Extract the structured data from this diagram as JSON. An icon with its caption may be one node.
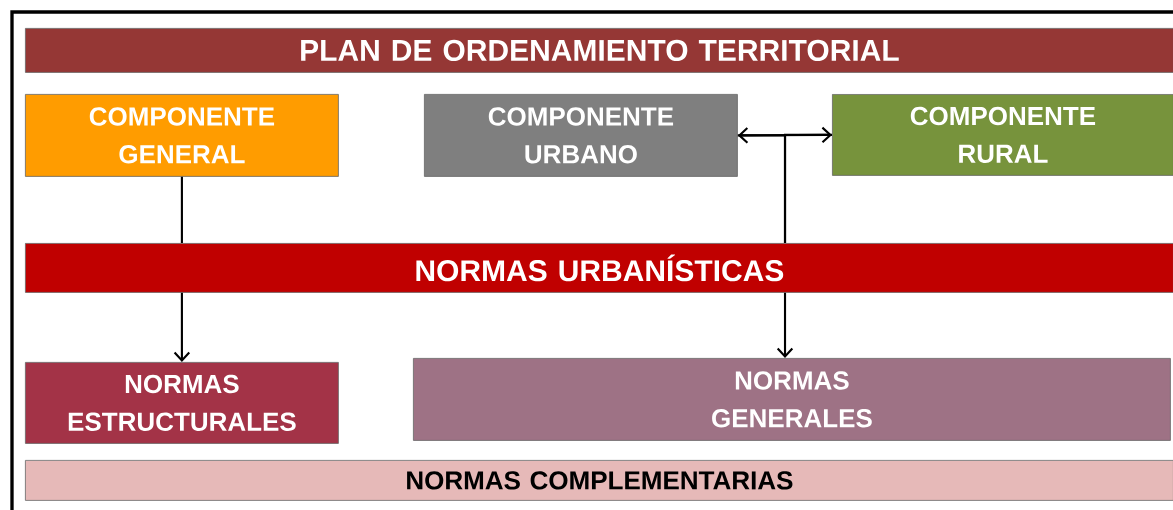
{
  "diagram": {
    "nodes": [
      {
        "text": [
          "PLAN DE ORDENAMIENTO TERRITORIAL"
        ]
      },
      {
        "text": [
          "COMPONENTE GENERAL"
        ]
      },
      {
        "text": [
          "COMPONENTE URBANO"
        ]
      },
      {
        "text": [
          "COMPONENTE RURAL"
        ]
      },
      {
        "text": [
          "NORMAS URBANÍSTICAS"
        ]
      },
      {
        "text": [
          "NORMAS ESTRUCTURALES"
        ]
      },
      {
        "text": [
          "NORMAS GENERALES"
        ]
      },
      {
        "text": [
          "NORMAS COMPLEMENTARIAS"
        ]
      }
    ],
    "edges": [
      {
        "from": 1,
        "to": 4,
        "arrow": "none"
      },
      {
        "from": 4,
        "to": 5,
        "arrow": "to"
      },
      {
        "from": 2,
        "to": 3,
        "arrow": "both"
      },
      {
        "from": 2,
        "to": 4,
        "arrow": "none"
      },
      {
        "from": 3,
        "to": 4,
        "arrow": "none"
      },
      {
        "from": 4,
        "to": 6,
        "arrow": "to"
      }
    ]
  }
}
